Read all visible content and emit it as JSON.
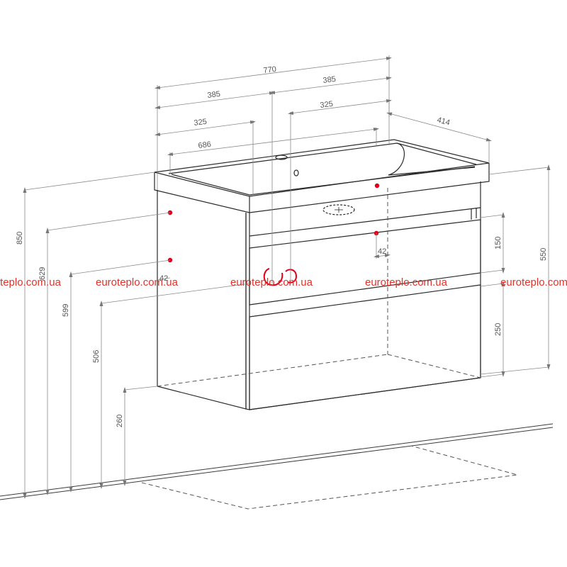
{
  "dimensions": {
    "total_width": "770",
    "half_left": "385",
    "half_right": "385",
    "left_325": "325",
    "right_325": "325",
    "basin_width": "686",
    "depth": "414",
    "height_850": "850",
    "height_629": "629",
    "height_599": "599",
    "height_506": "506",
    "height_260": "260",
    "cabinet_550": "550",
    "drawer_150": "150",
    "drawer_250": "250",
    "offset_42": "42",
    "offset_42_left": "42"
  },
  "watermark": "euroteplo.com.ua",
  "colors": {
    "line": "#3a3a3a",
    "dim_line": "#8a8a8a",
    "marker": "#e0001b",
    "watermark": "#e0332b"
  }
}
